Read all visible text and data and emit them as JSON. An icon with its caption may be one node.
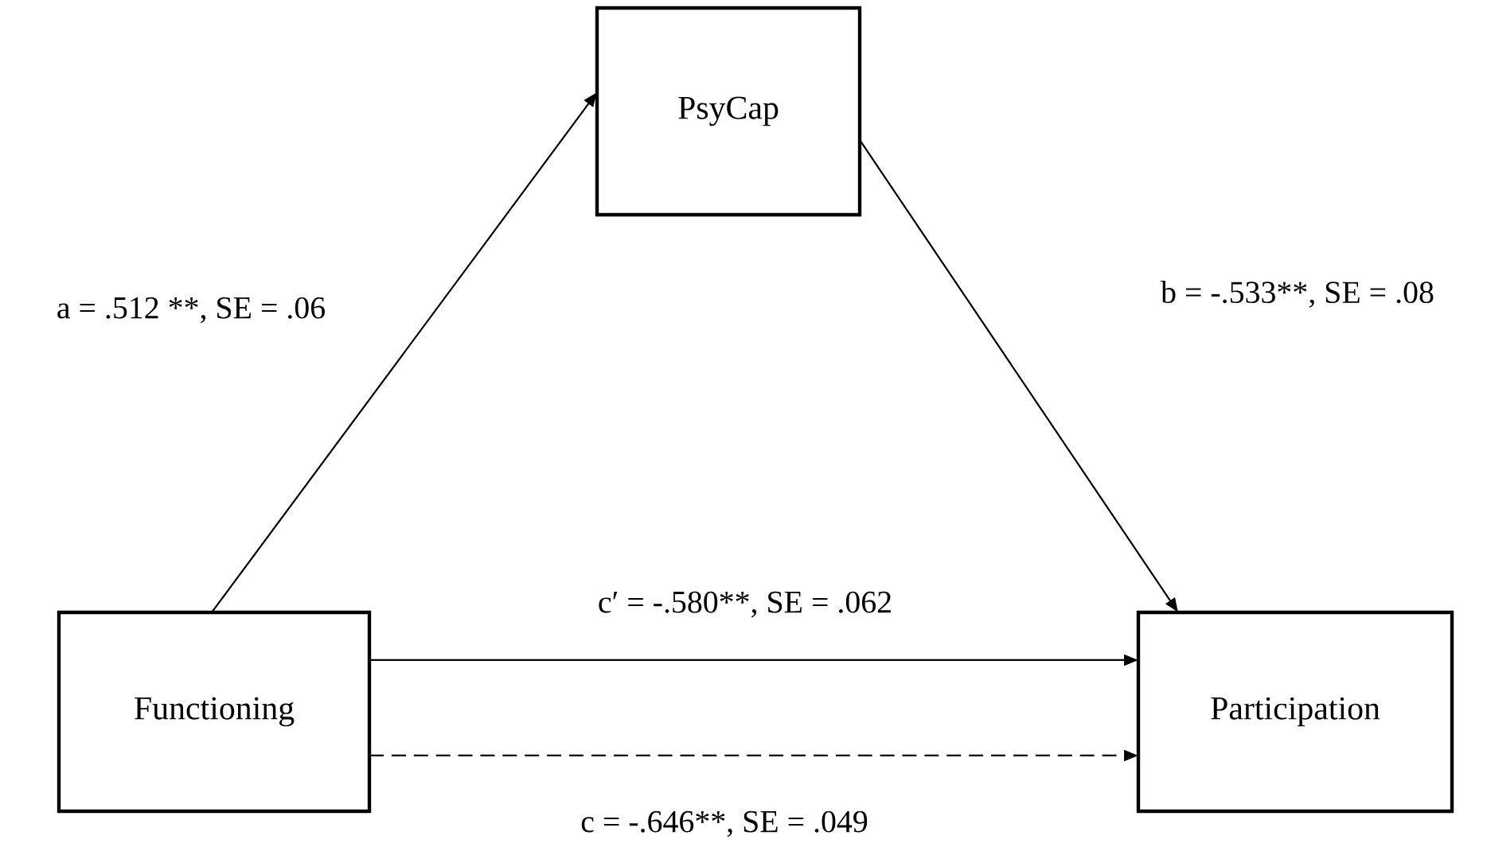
{
  "diagram": {
    "nodes": [
      {
        "text": [
          "Functioning"
        ]
      },
      {
        "text": [
          "PsyCap"
        ]
      },
      {
        "text": [
          "Participation"
        ]
      }
    ],
    "edges": [
      {
        "from": 0,
        "to": 1,
        "arrow": "to",
        "label": "a = .512 **, SE = .06"
      },
      {
        "from": 1,
        "to": 2,
        "arrow": "to",
        "label": "b = -.533**, SE = .08"
      },
      {
        "from": 0,
        "to": 2,
        "arrow": "to",
        "label": "c′ = -.580**, SE = .062"
      },
      {
        "from": 0,
        "to": 2,
        "arrow": "to",
        "style": "dashed",
        "label": "c = -.646**, SE = .049"
      }
    ]
  }
}
